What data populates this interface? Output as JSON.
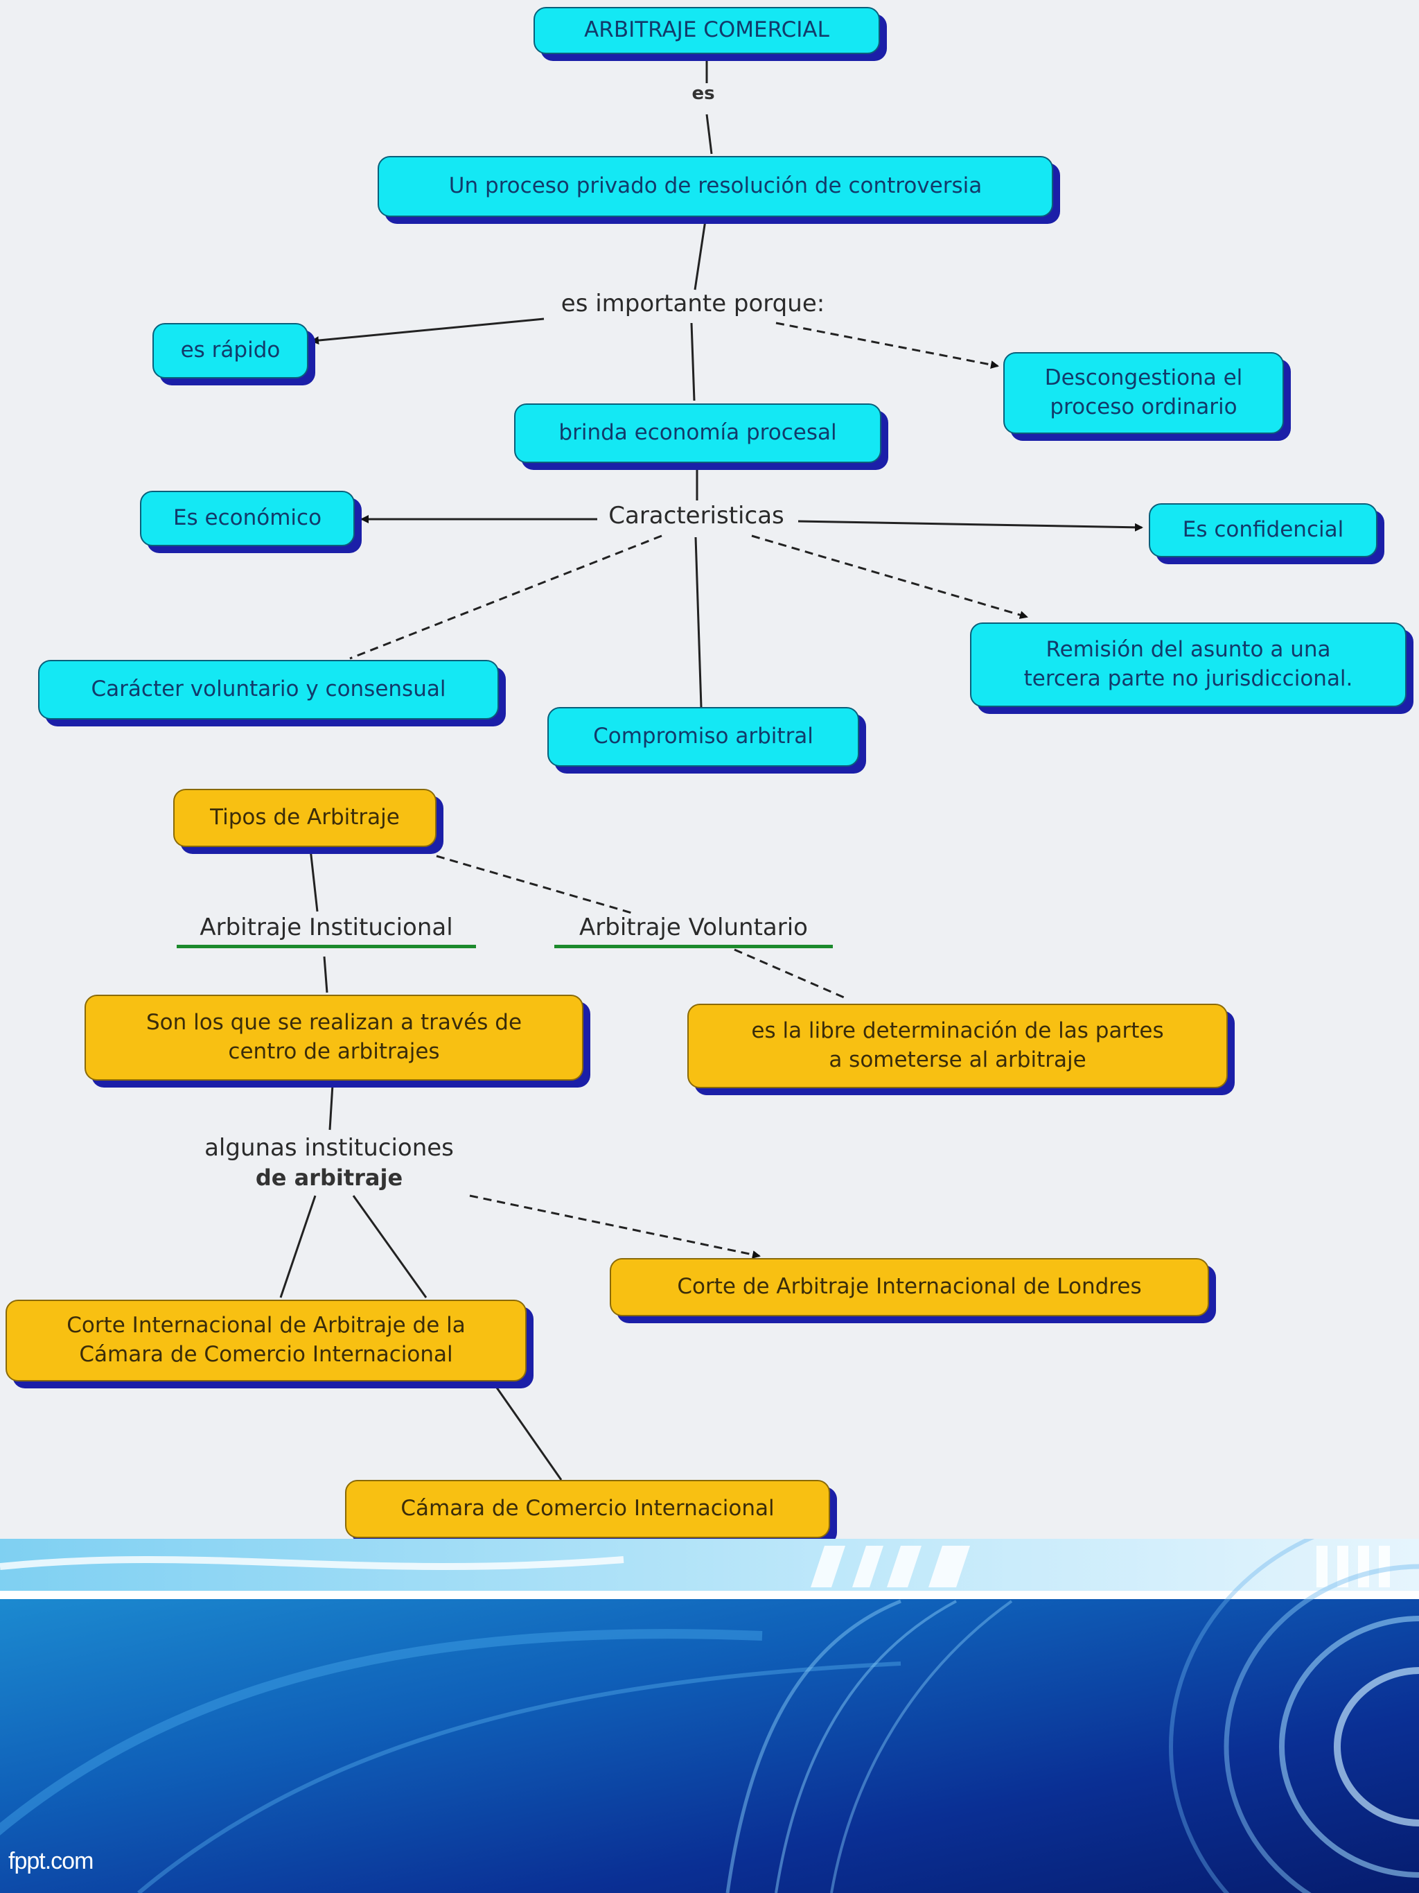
{
  "colors": {
    "cyan_node": "#14e8f4",
    "gold_node": "#f8c012",
    "node_shadow": "#1b1fa8",
    "link_label_underline": "#1c8a2c",
    "footer_blue": "#0a2a8a"
  },
  "nodes": {
    "arbitraje_comercial": "ARBITRAJE COMERCIAL",
    "proceso_privado": "Un proceso privado de resolución de controversia",
    "es_rapido": "es rápido",
    "descongestiona": "Descongestiona el\nproceso ordinario",
    "economia_procesal": "brinda economía procesal",
    "es_economico": "Es económico",
    "es_confidencial": "Es confidencial",
    "remision": "Remisión del asunto a una\ntercera parte no jurisdiccional.",
    "caracter_voluntario": "Carácter voluntario y consensual",
    "compromiso_arbitral": "Compromiso arbitral",
    "tipos_arbitraje": "Tipos de Arbitraje",
    "institucional_desc": "Son los que se realizan a través de\ncentro de arbitrajes",
    "voluntario_desc": "es la libre determinación de las partes\na someterse al arbitraje",
    "corte_londres": "Corte de Arbitraje Internacional de Londres",
    "corte_cci": "Corte Internacional de Arbitraje de la\nCámara de Comercio Internacional",
    "camara_comercio": "Cámara de Comercio Internacional"
  },
  "labels": {
    "es": "es",
    "importante": "es importante porque:",
    "caracteristicas": "Caracteristicas",
    "arbitraje_institucional": "Arbitraje Institucional",
    "arbitraje_voluntario": "Arbitraje  Voluntario",
    "algunas_instituciones": "algunas instituciones",
    "de_arbitraje": "de arbitraje"
  },
  "footer": {
    "brand": "fppt.com"
  }
}
